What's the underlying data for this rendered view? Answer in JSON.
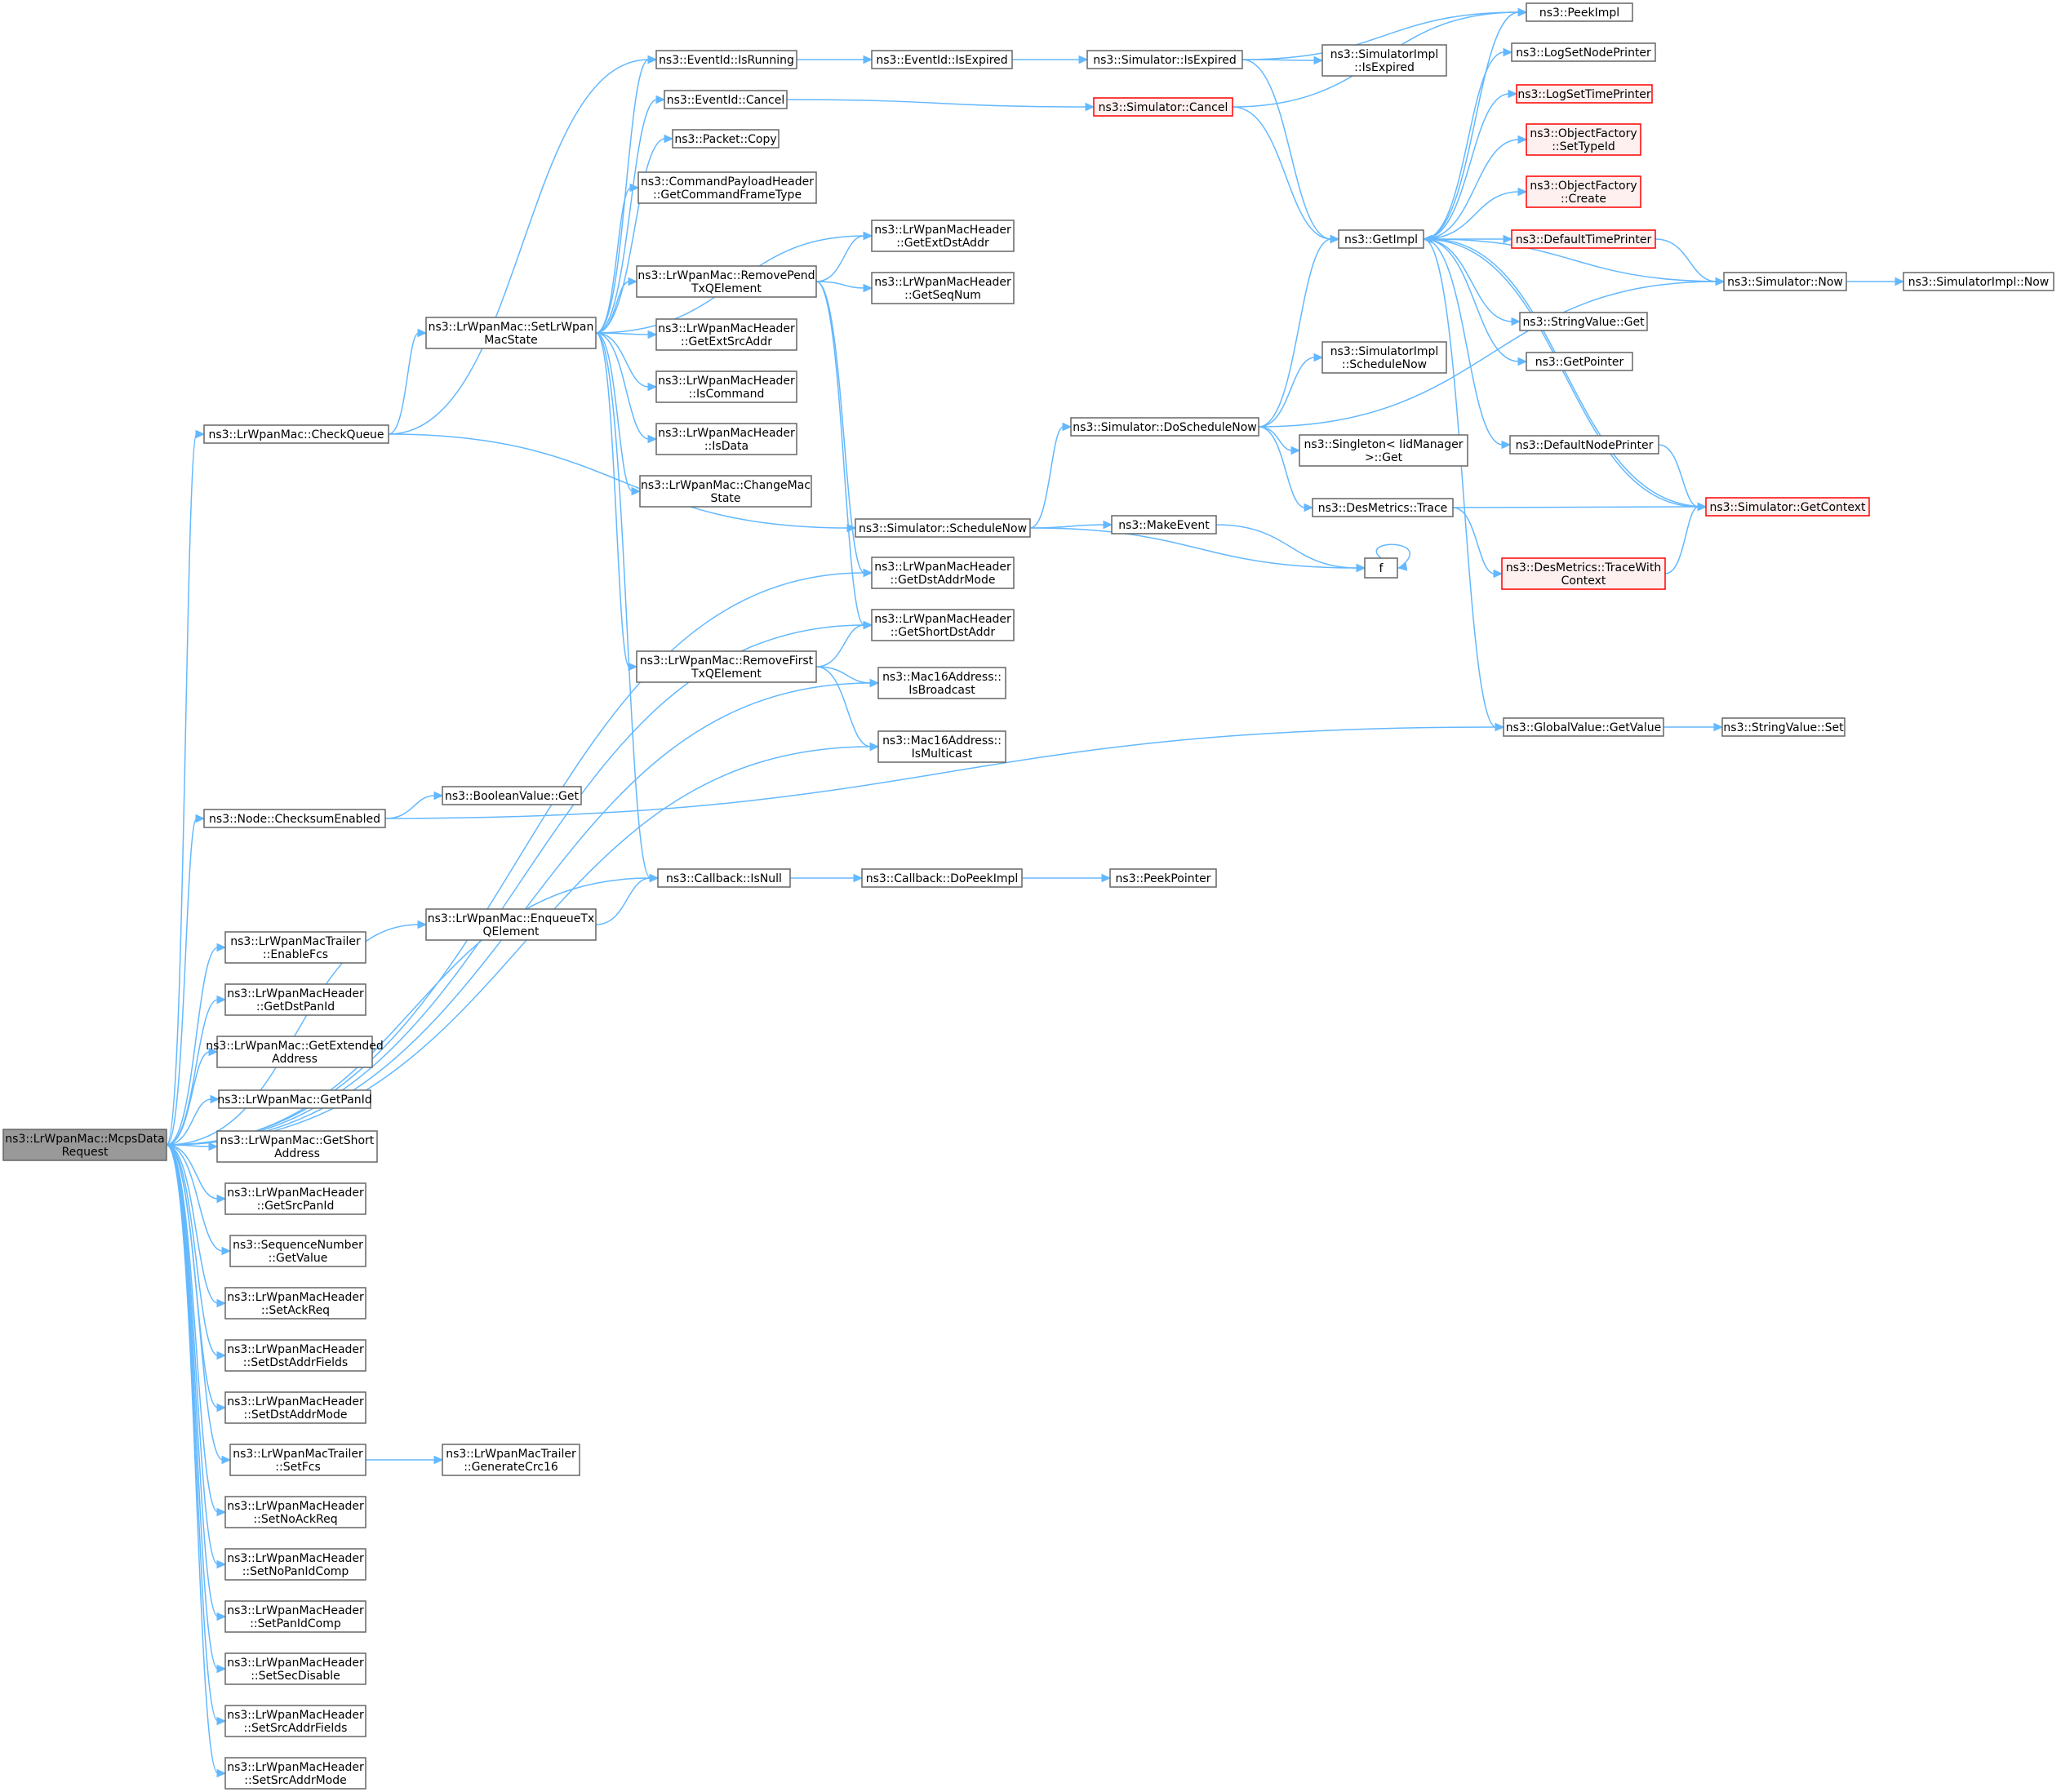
{
  "diagram": {
    "colors": {
      "edge": "#63b8ff",
      "node_border": "#666666",
      "root_fill": "#999999",
      "truncated_border": "#ff0000",
      "truncated_fill": "#fff0f0"
    },
    "nodes": [
      {
        "id": "root",
        "lines": [
          "ns3::LrWpanMac::McpsData",
          "Request"
        ],
        "style": "root"
      },
      {
        "id": "checkqueue",
        "lines": [
          "ns3::LrWpanMac::CheckQueue"
        ]
      },
      {
        "id": "setstate",
        "lines": [
          "ns3::LrWpanMac::SetLrWpan",
          "MacState"
        ]
      },
      {
        "id": "checksum",
        "lines": [
          "ns3::Node::ChecksumEnabled"
        ]
      },
      {
        "id": "enqueue",
        "lines": [
          "ns3::LrWpanMac::EnqueueTx",
          "QElement"
        ]
      },
      {
        "id": "enablefcs",
        "lines": [
          "ns3::LrWpanMacTrailer",
          "::EnableFcs"
        ]
      },
      {
        "id": "getdstpanid",
        "lines": [
          "ns3::LrWpanMacHeader",
          "::GetDstPanId"
        ]
      },
      {
        "id": "getextaddr",
        "lines": [
          "ns3::LrWpanMac::GetExtended",
          "Address"
        ]
      },
      {
        "id": "getpanid",
        "lines": [
          "ns3::LrWpanMac::GetPanId"
        ]
      },
      {
        "id": "getshortaddr",
        "lines": [
          "ns3::LrWpanMac::GetShort",
          "Address"
        ]
      },
      {
        "id": "getsrcpanid",
        "lines": [
          "ns3::LrWpanMacHeader",
          "::GetSrcPanId"
        ]
      },
      {
        "id": "seqnum",
        "lines": [
          "ns3::SequenceNumber",
          "::GetValue"
        ]
      },
      {
        "id": "setackreq",
        "lines": [
          "ns3::LrWpanMacHeader",
          "::SetAckReq"
        ]
      },
      {
        "id": "setdstaddrfields",
        "lines": [
          "ns3::LrWpanMacHeader",
          "::SetDstAddrFields"
        ]
      },
      {
        "id": "setdstaddrmode",
        "lines": [
          "ns3::LrWpanMacHeader",
          "::SetDstAddrMode"
        ]
      },
      {
        "id": "setfcs",
        "lines": [
          "ns3::LrWpanMacTrailer",
          "::SetFcs"
        ]
      },
      {
        "id": "setnoackreq",
        "lines": [
          "ns3::LrWpanMacHeader",
          "::SetNoAckReq"
        ]
      },
      {
        "id": "setnopanidcomp",
        "lines": [
          "ns3::LrWpanMacHeader",
          "::SetNoPanIdComp"
        ]
      },
      {
        "id": "setpanidcomp",
        "lines": [
          "ns3::LrWpanMacHeader",
          "::SetPanIdComp"
        ]
      },
      {
        "id": "setsecdisable",
        "lines": [
          "ns3::LrWpanMacHeader",
          "::SetSecDisable"
        ]
      },
      {
        "id": "setsrcaddrfields",
        "lines": [
          "ns3::LrWpanMacHeader",
          "::SetSrcAddrFields"
        ]
      },
      {
        "id": "setsrcaddrmode",
        "lines": [
          "ns3::LrWpanMacHeader",
          "::SetSrcAddrMode"
        ]
      },
      {
        "id": "gencrc",
        "lines": [
          "ns3::LrWpanMacTrailer",
          "::GenerateCrc16"
        ]
      },
      {
        "id": "booleanget",
        "lines": [
          "ns3::BooleanValue::Get"
        ]
      },
      {
        "id": "isrunning",
        "lines": [
          "ns3::EventId::IsRunning"
        ]
      },
      {
        "id": "cancel",
        "lines": [
          "ns3::EventId::Cancel"
        ]
      },
      {
        "id": "packetcopy",
        "lines": [
          "ns3::Packet::Copy"
        ]
      },
      {
        "id": "cmdframetype",
        "lines": [
          "ns3::CommandPayloadHeader",
          "::GetCommandFrameType"
        ]
      },
      {
        "id": "removepend",
        "lines": [
          "ns3::LrWpanMac::RemovePend",
          "TxQElement"
        ]
      },
      {
        "id": "getextsrcaddr",
        "lines": [
          "ns3::LrWpanMacHeader",
          "::GetExtSrcAddr"
        ]
      },
      {
        "id": "iscommand",
        "lines": [
          "ns3::LrWpanMacHeader",
          "::IsCommand"
        ]
      },
      {
        "id": "isdata",
        "lines": [
          "ns3::LrWpanMacHeader",
          "::IsData"
        ]
      },
      {
        "id": "changemacstate",
        "lines": [
          "ns3::LrWpanMac::ChangeMac",
          "State"
        ]
      },
      {
        "id": "removefirst",
        "lines": [
          "ns3::LrWpanMac::RemoveFirst",
          "TxQElement"
        ]
      },
      {
        "id": "isnull",
        "lines": [
          "ns3::Callback::IsNull"
        ]
      },
      {
        "id": "isexpired",
        "lines": [
          "ns3::EventId::IsExpired"
        ]
      },
      {
        "id": "getextdstaddr",
        "lines": [
          "ns3::LrWpanMacHeader",
          "::GetExtDstAddr"
        ]
      },
      {
        "id": "getseqnum",
        "lines": [
          "ns3::LrWpanMacHeader",
          "::GetSeqNum"
        ]
      },
      {
        "id": "schedulenow",
        "lines": [
          "ns3::Simulator::ScheduleNow"
        ]
      },
      {
        "id": "getdstaddrmode",
        "lines": [
          "ns3::LrWpanMacHeader",
          "::GetDstAddrMode"
        ]
      },
      {
        "id": "getshortdstaddr",
        "lines": [
          "ns3::LrWpanMacHeader",
          "::GetShortDstAddr"
        ]
      },
      {
        "id": "isbroadcast",
        "lines": [
          "ns3::Mac16Address::",
          "IsBroadcast"
        ]
      },
      {
        "id": "ismulticast",
        "lines": [
          "ns3::Mac16Address::",
          "IsMulticast"
        ]
      },
      {
        "id": "dopeekimpl",
        "lines": [
          "ns3::Callback::DoPeekImpl"
        ]
      },
      {
        "id": "peekpointer",
        "lines": [
          "ns3::PeekPointer"
        ]
      },
      {
        "id": "simisexpired",
        "lines": [
          "ns3::Simulator::IsExpired"
        ]
      },
      {
        "id": "simcancel",
        "lines": [
          "ns3::Simulator::Cancel"
        ],
        "style": "trunc"
      },
      {
        "id": "doschedulenow",
        "lines": [
          "ns3::Simulator::DoScheduleNow"
        ]
      },
      {
        "id": "makeevent",
        "lines": [
          "ns3::MakeEvent"
        ]
      },
      {
        "id": "f",
        "lines": [
          "f"
        ]
      },
      {
        "id": "implisexpired",
        "lines": [
          "ns3::SimulatorImpl",
          "::IsExpired"
        ]
      },
      {
        "id": "getimpl",
        "lines": [
          "ns3::GetImpl"
        ]
      },
      {
        "id": "implschedulenow",
        "lines": [
          "ns3::SimulatorImpl",
          "::ScheduleNow"
        ]
      },
      {
        "id": "singleton",
        "lines": [
          "ns3::Singleton< IidManager",
          ">::Get"
        ]
      },
      {
        "id": "destrace",
        "lines": [
          "ns3::DesMetrics::Trace"
        ]
      },
      {
        "id": "peekimpl",
        "lines": [
          "ns3::PeekImpl"
        ]
      },
      {
        "id": "lognodeprinter",
        "lines": [
          "ns3::LogSetNodePrinter"
        ]
      },
      {
        "id": "logtimeprinter",
        "lines": [
          "ns3::LogSetTimePrinter"
        ],
        "style": "trunc"
      },
      {
        "id": "settypeid",
        "lines": [
          "ns3::ObjectFactory",
          "::SetTypeId"
        ],
        "style": "trunc"
      },
      {
        "id": "objcreate",
        "lines": [
          "ns3::ObjectFactory",
          "::Create"
        ],
        "style": "trunc"
      },
      {
        "id": "deftimeprinter",
        "lines": [
          "ns3::DefaultTimePrinter"
        ],
        "style": "trunc"
      },
      {
        "id": "strget",
        "lines": [
          "ns3::StringValue::Get"
        ]
      },
      {
        "id": "getpointer",
        "lines": [
          "ns3::GetPointer"
        ]
      },
      {
        "id": "defnodeprinter",
        "lines": [
          "ns3::DefaultNodePrinter"
        ]
      },
      {
        "id": "getcontext",
        "lines": [
          "ns3::Simulator::GetContext"
        ],
        "style": "trunc"
      },
      {
        "id": "tracewith",
        "lines": [
          "ns3::DesMetrics::TraceWith",
          "Context"
        ],
        "style": "trunc"
      },
      {
        "id": "globalgetvalue",
        "lines": [
          "ns3::GlobalValue::GetValue"
        ]
      },
      {
        "id": "simnow",
        "lines": [
          "ns3::Simulator::Now"
        ]
      },
      {
        "id": "implnow",
        "lines": [
          "ns3::SimulatorImpl::Now"
        ]
      },
      {
        "id": "strset",
        "lines": [
          "ns3::StringValue::Set"
        ]
      }
    ],
    "edges": [
      [
        "root",
        "checkqueue"
      ],
      [
        "root",
        "checksum"
      ],
      [
        "root",
        "enqueue"
      ],
      [
        "root",
        "isnull"
      ],
      [
        "root",
        "getdstaddrmode"
      ],
      [
        "root",
        "getshortdstaddr"
      ],
      [
        "root",
        "isbroadcast"
      ],
      [
        "root",
        "ismulticast"
      ],
      [
        "root",
        "enablefcs"
      ],
      [
        "root",
        "getdstpanid"
      ],
      [
        "root",
        "getextaddr"
      ],
      [
        "root",
        "getpanid"
      ],
      [
        "root",
        "getshortaddr"
      ],
      [
        "root",
        "getsrcpanid"
      ],
      [
        "root",
        "seqnum"
      ],
      [
        "root",
        "setackreq"
      ],
      [
        "root",
        "setdstaddrfields"
      ],
      [
        "root",
        "setdstaddrmode"
      ],
      [
        "root",
        "setfcs"
      ],
      [
        "root",
        "setnoackreq"
      ],
      [
        "root",
        "setnopanidcomp"
      ],
      [
        "root",
        "setpanidcomp"
      ],
      [
        "root",
        "setsecdisable"
      ],
      [
        "root",
        "setsrcaddrfields"
      ],
      [
        "root",
        "setsrcaddrmode"
      ],
      [
        "checkqueue",
        "isrunning"
      ],
      [
        "checkqueue",
        "setstate"
      ],
      [
        "checkqueue",
        "schedulenow"
      ],
      [
        "setstate",
        "isrunning"
      ],
      [
        "setstate",
        "cancel"
      ],
      [
        "setstate",
        "packetcopy"
      ],
      [
        "setstate",
        "cmdframetype"
      ],
      [
        "setstate",
        "getextdstaddr"
      ],
      [
        "setstate",
        "removepend"
      ],
      [
        "setstate",
        "getextsrcaddr"
      ],
      [
        "setstate",
        "iscommand"
      ],
      [
        "setstate",
        "isdata"
      ],
      [
        "setstate",
        "changemacstate"
      ],
      [
        "setstate",
        "removefirst"
      ],
      [
        "setstate",
        "isnull"
      ],
      [
        "removepend",
        "getextdstaddr"
      ],
      [
        "removepend",
        "getseqnum"
      ],
      [
        "removepend",
        "getdstaddrmode"
      ],
      [
        "removepend",
        "getshortdstaddr"
      ],
      [
        "removefirst",
        "getshortdstaddr"
      ],
      [
        "removefirst",
        "isbroadcast"
      ],
      [
        "removefirst",
        "ismulticast"
      ],
      [
        "checksum",
        "booleanget"
      ],
      [
        "checksum",
        "globalgetvalue"
      ],
      [
        "enqueue",
        "isnull"
      ],
      [
        "isnull",
        "dopeekimpl"
      ],
      [
        "dopeekimpl",
        "peekpointer"
      ],
      [
        "setfcs",
        "gencrc"
      ],
      [
        "isrunning",
        "isexpired"
      ],
      [
        "isexpired",
        "simisexpired"
      ],
      [
        "cancel",
        "simcancel"
      ],
      [
        "simisexpired",
        "peekimpl"
      ],
      [
        "simisexpired",
        "implisexpired"
      ],
      [
        "simisexpired",
        "getimpl"
      ],
      [
        "simcancel",
        "peekimpl"
      ],
      [
        "simcancel",
        "getimpl"
      ],
      [
        "schedulenow",
        "doschedulenow"
      ],
      [
        "schedulenow",
        "makeevent"
      ],
      [
        "schedulenow",
        "f"
      ],
      [
        "makeevent",
        "f"
      ],
      [
        "f",
        "f"
      ],
      [
        "doschedulenow",
        "getimpl"
      ],
      [
        "doschedulenow",
        "implschedulenow"
      ],
      [
        "doschedulenow",
        "singleton"
      ],
      [
        "doschedulenow",
        "destrace"
      ],
      [
        "doschedulenow",
        "simnow"
      ],
      [
        "destrace",
        "getcontext"
      ],
      [
        "destrace",
        "tracewith"
      ],
      [
        "tracewith",
        "getcontext"
      ],
      [
        "getimpl",
        "peekimpl"
      ],
      [
        "getimpl",
        "lognodeprinter"
      ],
      [
        "getimpl",
        "logtimeprinter"
      ],
      [
        "getimpl",
        "settypeid"
      ],
      [
        "getimpl",
        "objcreate"
      ],
      [
        "getimpl",
        "deftimeprinter"
      ],
      [
        "getimpl",
        "strget"
      ],
      [
        "getimpl",
        "getpointer"
      ],
      [
        "getimpl",
        "defnodeprinter"
      ],
      [
        "getimpl",
        "getcontext"
      ],
      [
        "getimpl",
        "globalgetvalue"
      ],
      [
        "deftimeprinter",
        "simnow"
      ],
      [
        "simnow",
        "getimpl"
      ],
      [
        "simnow",
        "implnow"
      ],
      [
        "defnodeprinter",
        "getcontext"
      ],
      [
        "getcontext",
        "getimpl"
      ],
      [
        "globalgetvalue",
        "strset"
      ]
    ]
  }
}
